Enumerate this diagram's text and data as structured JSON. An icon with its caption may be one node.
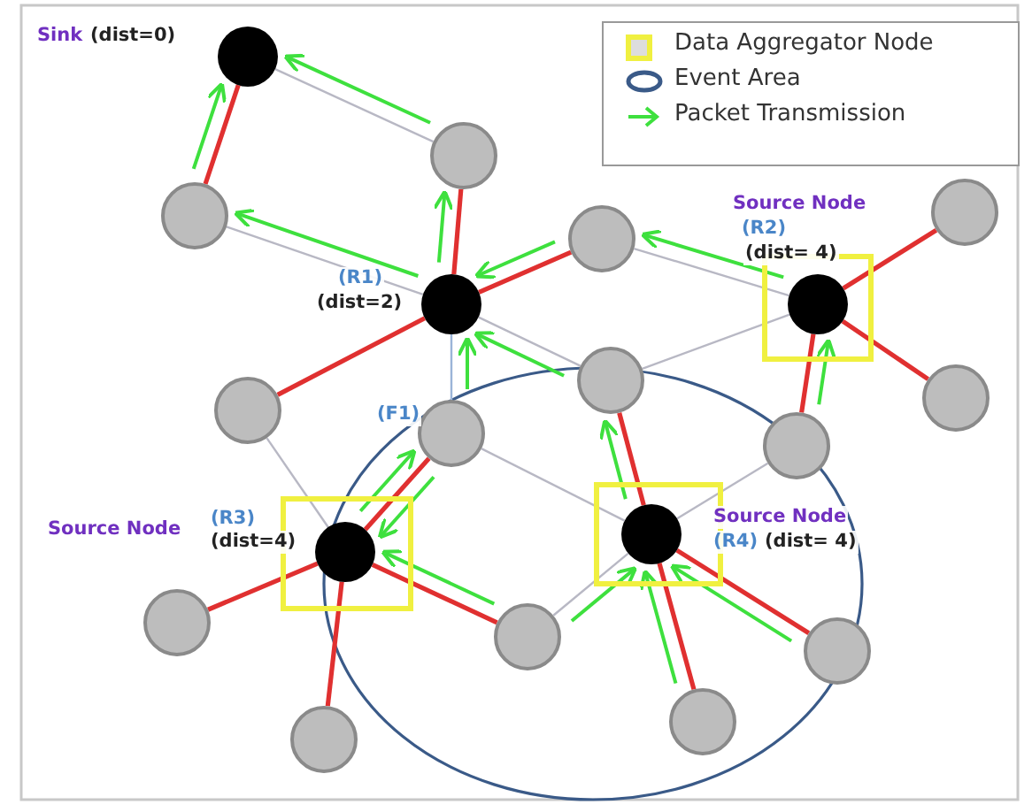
{
  "diagram": {
    "nodes": [
      {
        "text": [],
        "shape": "circle",
        "beside": [
          "Sink",
          "(dist=0)"
        ]
      },
      {
        "text": [],
        "shape": "circle"
      },
      {
        "text": [],
        "shape": "circle"
      },
      {
        "text": [],
        "shape": "circle"
      },
      {
        "text": [],
        "shape": "circle"
      },
      {
        "text": [],
        "shape": "circle",
        "beside": [
          "(R1)",
          "(dist=2)"
        ]
      },
      {
        "text": [],
        "shape": "circle",
        "beside": [
          "Source Node",
          "(R2)",
          "(dist= 4)"
        ]
      },
      {
        "text": [],
        "shape": "circle"
      },
      {
        "text": [],
        "shape": "circle"
      },
      {
        "text": [],
        "shape": "circle"
      },
      {
        "text": [],
        "shape": "circle",
        "beside": [
          "(F1)"
        ]
      },
      {
        "text": [],
        "shape": "circle"
      },
      {
        "text": [],
        "shape": "circle",
        "beside": [
          "Source Node",
          "(R4)",
          "(dist= 4)"
        ]
      },
      {
        "text": [],
        "shape": "circle",
        "beside": [
          "Source Node",
          "(R3)",
          "(dist=4)"
        ]
      },
      {
        "text": [],
        "shape": "circle"
      },
      {
        "text": [],
        "shape": "circle"
      },
      {
        "text": [],
        "shape": "circle"
      },
      {
        "text": [],
        "shape": "circle"
      },
      {
        "text": [],
        "shape": "circle"
      }
    ],
    "edges": [
      {
        "from": 0,
        "to": 3,
        "arrow": "none",
        "color": "#e03030"
      },
      {
        "from": 1,
        "to": 5,
        "arrow": "none",
        "color": "#e03030"
      },
      {
        "from": 5,
        "to": 4,
        "arrow": "none",
        "color": "#e03030"
      },
      {
        "from": 5,
        "to": 9,
        "arrow": "none",
        "color": "#e03030"
      },
      {
        "from": 6,
        "to": 2,
        "arrow": "none",
        "color": "#e03030"
      },
      {
        "from": 6,
        "to": 8,
        "arrow": "none",
        "color": "#e03030"
      },
      {
        "from": 6,
        "to": 11,
        "arrow": "none",
        "color": "#e03030"
      },
      {
        "from": 13,
        "to": 10,
        "arrow": "none",
        "color": "#e03030"
      },
      {
        "from": 13,
        "to": 14,
        "arrow": "none",
        "color": "#e03030"
      },
      {
        "from": 13,
        "to": 15,
        "arrow": "none",
        "color": "#e03030"
      },
      {
        "from": 13,
        "to": 18,
        "arrow": "none",
        "color": "#e03030"
      },
      {
        "from": 12,
        "to": 7,
        "arrow": "none",
        "color": "#e03030"
      },
      {
        "from": 12,
        "to": 16,
        "arrow": "none",
        "color": "#e03030"
      },
      {
        "from": 12,
        "to": 17,
        "arrow": "none",
        "color": "#e03030"
      },
      {
        "from": 0,
        "to": 1,
        "arrow": "none",
        "color": "#b8b8c4"
      },
      {
        "from": 3,
        "to": 5,
        "arrow": "none",
        "color": "#b8b8c4"
      },
      {
        "from": 5,
        "to": 10,
        "arrow": "none",
        "color": "#9bb4d8"
      },
      {
        "from": 5,
        "to": 7,
        "arrow": "none",
        "color": "#b8b8c4"
      },
      {
        "from": 4,
        "to": 6,
        "arrow": "none",
        "color": "#b8b8c4"
      },
      {
        "from": 7,
        "to": 6,
        "arrow": "none",
        "color": "#b8b8c4"
      },
      {
        "from": 9,
        "to": 13,
        "arrow": "none",
        "color": "#b8b8c4"
      },
      {
        "from": 10,
        "to": 12,
        "arrow": "none",
        "color": "#b8b8c4"
      },
      {
        "from": 12,
        "to": 11,
        "arrow": "none",
        "color": "#b8b8c4"
      },
      {
        "from": 12,
        "to": 15,
        "arrow": "none",
        "color": "#b8b8c4"
      },
      {
        "from": 1,
        "to": 0,
        "arrow": "to"
      },
      {
        "from": 3,
        "to": 0,
        "arrow": "to"
      },
      {
        "from": 5,
        "to": 3,
        "arrow": "to"
      },
      {
        "from": 5,
        "to": 1,
        "arrow": "to"
      },
      {
        "from": 4,
        "to": 5,
        "arrow": "to"
      },
      {
        "from": 7,
        "to": 5,
        "arrow": "to"
      },
      {
        "from": 10,
        "to": 5,
        "arrow": "to"
      },
      {
        "from": 6,
        "to": 4,
        "arrow": "to"
      },
      {
        "from": 11,
        "to": 6,
        "arrow": "to"
      },
      {
        "from": 10,
        "to": 13,
        "arrow": "to"
      },
      {
        "from": 13,
        "to": 10,
        "arrow": "to"
      },
      {
        "from": 15,
        "to": 13,
        "arrow": "to"
      },
      {
        "from": 12,
        "to": 7,
        "arrow": "to"
      },
      {
        "from": 15,
        "to": 12,
        "arrow": "to"
      },
      {
        "from": 17,
        "to": 12,
        "arrow": "to"
      },
      {
        "from": 16,
        "to": 12,
        "arrow": "to"
      }
    ],
    "legend": [
      {
        "text": "Data Aggregator Node"
      },
      {
        "text": "Event Area"
      },
      {
        "text": "Packet Transmission"
      }
    ]
  }
}
